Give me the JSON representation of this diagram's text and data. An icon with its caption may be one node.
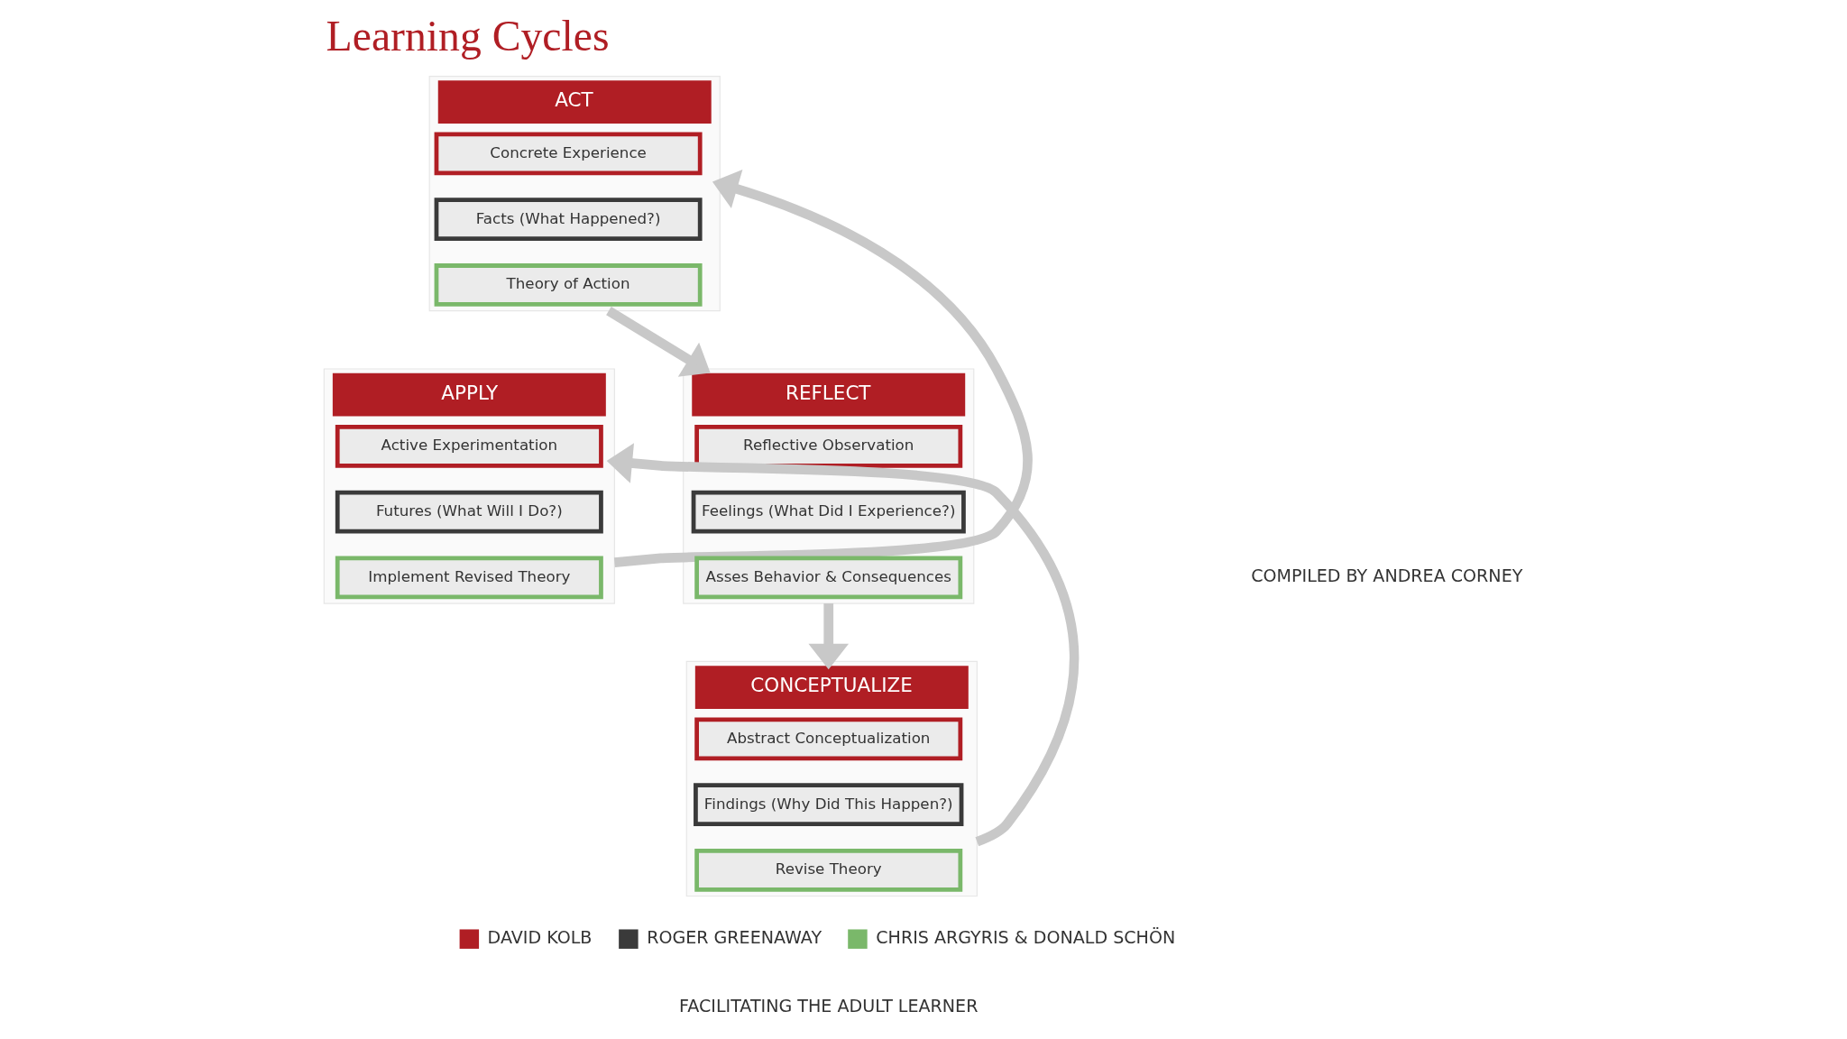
{
  "diagram": {
    "title": "Learning Cycles",
    "nodes": [
      {
        "text": [
          "ACT"
        ]
      },
      {
        "text": [
          "Concrete Experience"
        ],
        "in": 0
      },
      {
        "text": [
          "Facts (What Happened?)"
        ],
        "in": 0
      },
      {
        "text": [
          "Theory of Action"
        ],
        "in": 0
      },
      {
        "text": [
          "REFLECT"
        ]
      },
      {
        "text": [
          "Reflective Observation"
        ],
        "in": 4
      },
      {
        "text": [
          "Feelings (What Did I Experience?)"
        ],
        "in": 4
      },
      {
        "text": [
          "Asses Behavior & Consequences"
        ],
        "in": 4
      },
      {
        "text": [
          "CONCEPTUALIZE"
        ]
      },
      {
        "text": [
          "Abstract Conceptualization"
        ],
        "in": 8
      },
      {
        "text": [
          "Findings (Why Did This Happen?)"
        ],
        "in": 8
      },
      {
        "text": [
          "Revise Theory"
        ],
        "in": 8
      },
      {
        "text": [
          "APPLY"
        ]
      },
      {
        "text": [
          "Active Experimentation"
        ],
        "in": 12
      },
      {
        "text": [
          "Futures (What Will I Do?)"
        ],
        "in": 12
      },
      {
        "text": [
          "Implement Revised Theory"
        ],
        "in": 12
      }
    ],
    "edges": [
      {
        "from": 12,
        "to": 0,
        "arrow": "to"
      },
      {
        "from": 0,
        "to": 4,
        "arrow": "to"
      },
      {
        "from": 4,
        "to": 8,
        "arrow": "to"
      },
      {
        "from": 8,
        "to": 12,
        "arrow": "to"
      }
    ],
    "labels": [
      "COMPILED BY ANDREA CORNEY",
      "FACILITATING THE ADULT LEARNER"
    ],
    "legend": [
      {
        "text": "DAVID KOLB",
        "color": "#b01e24"
      },
      {
        "text": "ROGER GREENAWAY",
        "color": "#3a3a3a"
      },
      {
        "text": "CHRIS ARGYRIS & DONALD SCHÖN",
        "color": "#7ab86a"
      }
    ]
  }
}
